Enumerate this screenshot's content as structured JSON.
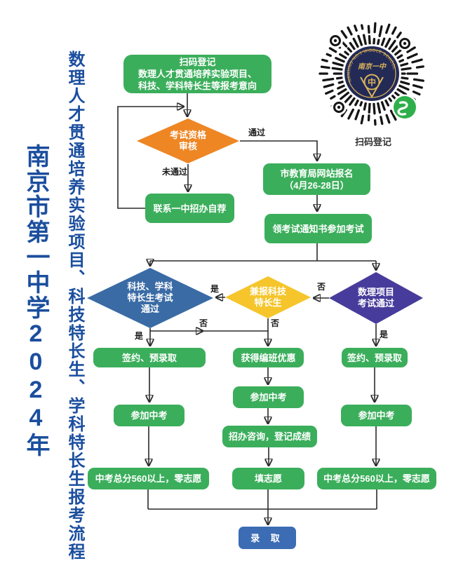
{
  "titles": {
    "main": "南京市第一中学2024年",
    "sub": "数理人才贯通培养实验项目、科技特长生、学科特长生报考流程"
  },
  "qr": {
    "caption": "扫码登记",
    "logo_arc_text": "NANJING NO.1 MIDDLE SCHOOL",
    "logo_name": "南京一中",
    "logo_center_glyph": "中"
  },
  "nodes": {
    "register": {
      "line1": "扫码登记",
      "line2": "数理人才贯通培养实验项目、",
      "line3": "科技、学科特长生等报考意向"
    },
    "audit": {
      "line1": "考试资格",
      "line2": "审核"
    },
    "self_recommend": "联系一中招办自荐",
    "edu_site": {
      "line1": "市教育局网站报名",
      "line2": "（4月26-28日）"
    },
    "notice": "领考试通知书参加考试",
    "tech_exam": {
      "line1": "科技、学科",
      "line2": "特长生考试",
      "line3": "通过"
    },
    "also_tech": {
      "line1": "兼报科技",
      "line2": "特长生"
    },
    "math_exam": {
      "line1": "数理项目",
      "line2": "考试通过"
    },
    "sign_left": "签约、预录取",
    "benefit": "获得编班优惠",
    "sign_right": "签约、预录取",
    "zhongkao_left": "参加中考",
    "zhongkao_mid": "参加中考",
    "consult": "招办咨询，登记成绩",
    "zhongkao_right": "参加中考",
    "score_left": "中考总分560以上，零志愿",
    "fill_wish": "填志愿",
    "score_right": "中考总分560以上，零志愿",
    "admit": "录 取"
  },
  "edges": {
    "pass": "通过",
    "fail": "未通过",
    "no_from_math": "否",
    "yes_from_also": "是",
    "yes_tech_down": "是",
    "no_tech_right": "否",
    "no_also_down": "否",
    "yes_math_down": "是"
  },
  "colors": {
    "green": "#3BAE5B",
    "orange": "#EE8624",
    "steel_blue": "#3A6BA5",
    "yellow": "#F5C52B",
    "purple": "#473C9B",
    "admit_blue": "#3B6CB4",
    "title_blue": "#1B4E9E",
    "line": "#2a2a2a",
    "wechat_green": "#2FAF4B",
    "logo_navy": "#232A56",
    "logo_gold": "#D9B45A"
  }
}
